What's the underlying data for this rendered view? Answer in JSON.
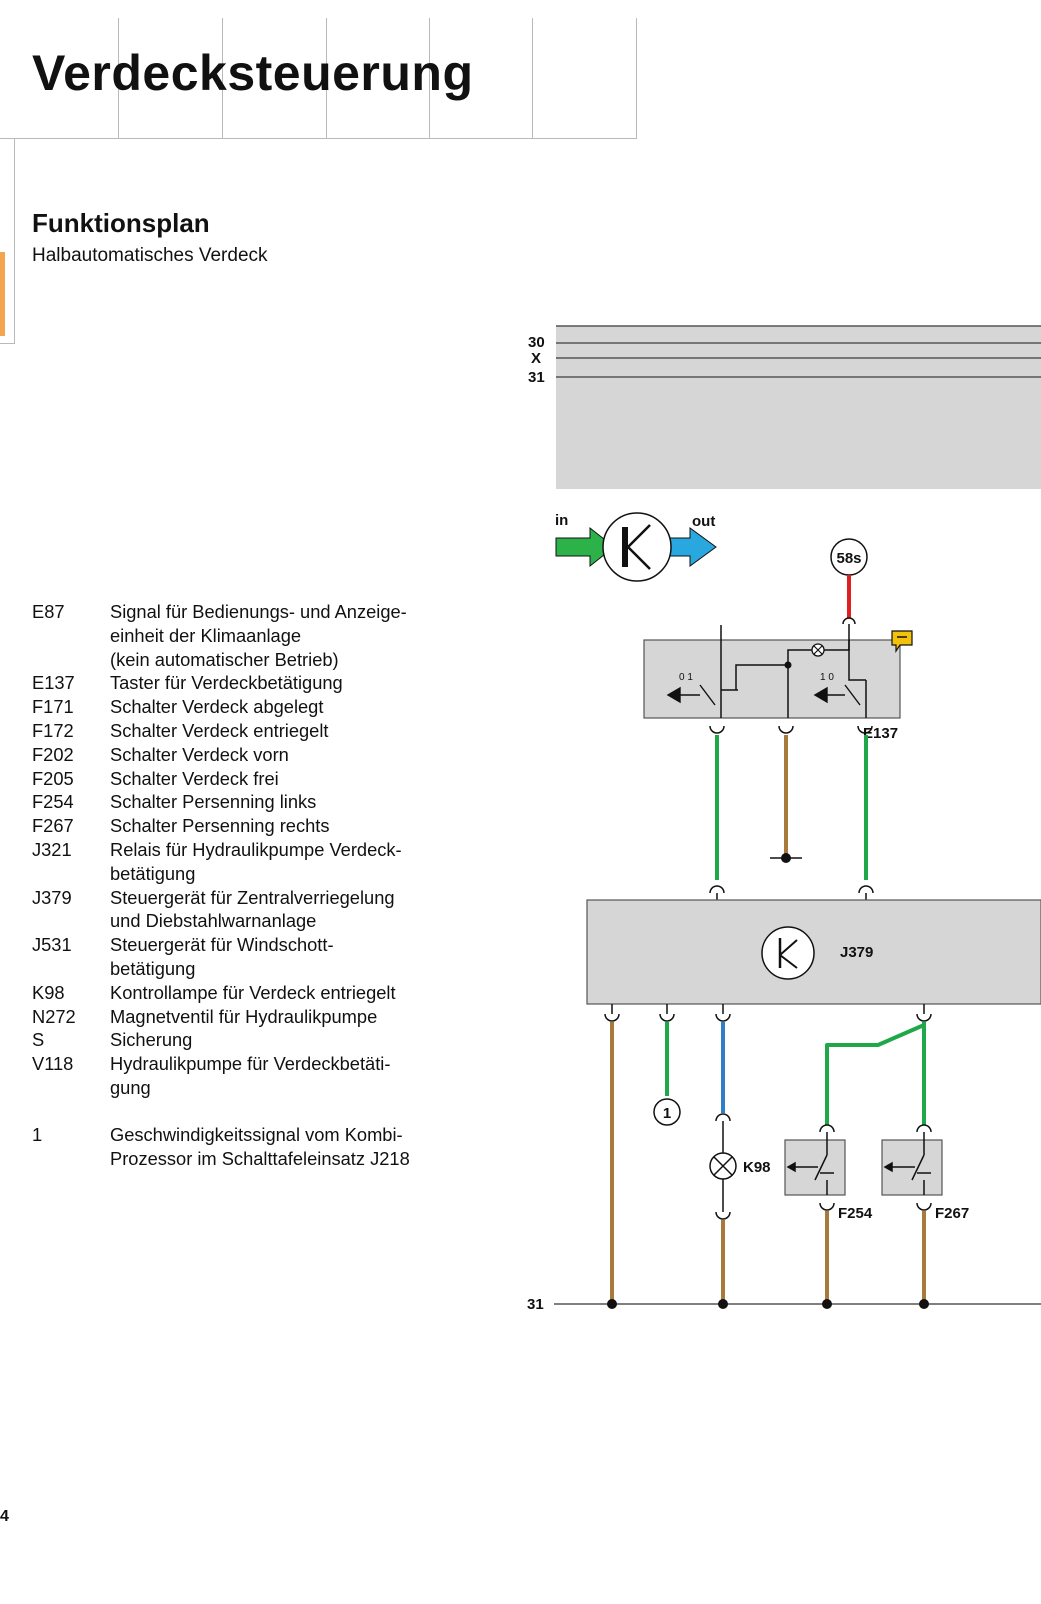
{
  "page": {
    "title": "Verdecksteuerung",
    "subtitle": "Funktionsplan",
    "subsubtitle": "Halbautomatisches Verdeck",
    "page_number": "4"
  },
  "legend": [
    {
      "code": "E87",
      "desc": "Signal für Bedienungs- und Anzeige-\neinheit der Klimaanlage\n(kein automatischer Betrieb)"
    },
    {
      "code": "E137",
      "desc": "Taster für Verdeckbetätigung"
    },
    {
      "code": "F171",
      "desc": "Schalter Verdeck abgelegt"
    },
    {
      "code": "F172",
      "desc": "Schalter Verdeck entriegelt"
    },
    {
      "code": "F202",
      "desc": "Schalter Verdeck vorn"
    },
    {
      "code": "F205",
      "desc": "Schalter Verdeck frei"
    },
    {
      "code": "F254",
      "desc": "Schalter Persenning links"
    },
    {
      "code": "F267",
      "desc": "Schalter Persenning rechts"
    },
    {
      "code": "J321",
      "desc": "Relais für Hydraulikpumpe Verdeck-\nbetätigung"
    },
    {
      "code": "J379",
      "desc": "Steuergerät für Zentralverriegelung\nund Diebstahlwarnanlage"
    },
    {
      "code": "J531",
      "desc": "Steuergerät für Windschott-\nbetätigung"
    },
    {
      "code": "K98",
      "desc": "Kontrollampe für Verdeck entriegelt"
    },
    {
      "code": "N272",
      "desc": "Magnetventil für Hydraulikpumpe"
    },
    {
      "code": "S",
      "desc": "Sicherung"
    },
    {
      "code": "V118",
      "desc": "Hydraulikpumpe für Verdeckbetäti-\ngung"
    }
  ],
  "legend_note": {
    "code": "1",
    "desc": "Geschwindigkeitssignal vom Kombi-\nProzessor im Schalttafeleinsatz J218"
  },
  "diagram": {
    "rail_30": "30",
    "rail_x": "X",
    "rail_31_top": "31",
    "rail_31_bottom": "31",
    "signal_in": "in",
    "signal_out": "out",
    "terminal_58s": "58s",
    "switch_pos_left": "0 1",
    "switch_pos_right": "1 0",
    "label_e137": "E137",
    "label_j379": "J379",
    "label_k98": "K98",
    "label_f254": "F254",
    "label_f267": "F267",
    "marker_1": "1"
  },
  "colors": {
    "wire_green": "#1fa84a",
    "wire_brown": "#a87a3c",
    "wire_blue": "#2f7fc8",
    "wire_red": "#e02020",
    "component_gray": "#d6d6d6",
    "arrow_green": "#2db24a",
    "arrow_blue": "#29a8e0",
    "note_yellow": "#f2c10b",
    "accent_orange": "#f3a550"
  }
}
